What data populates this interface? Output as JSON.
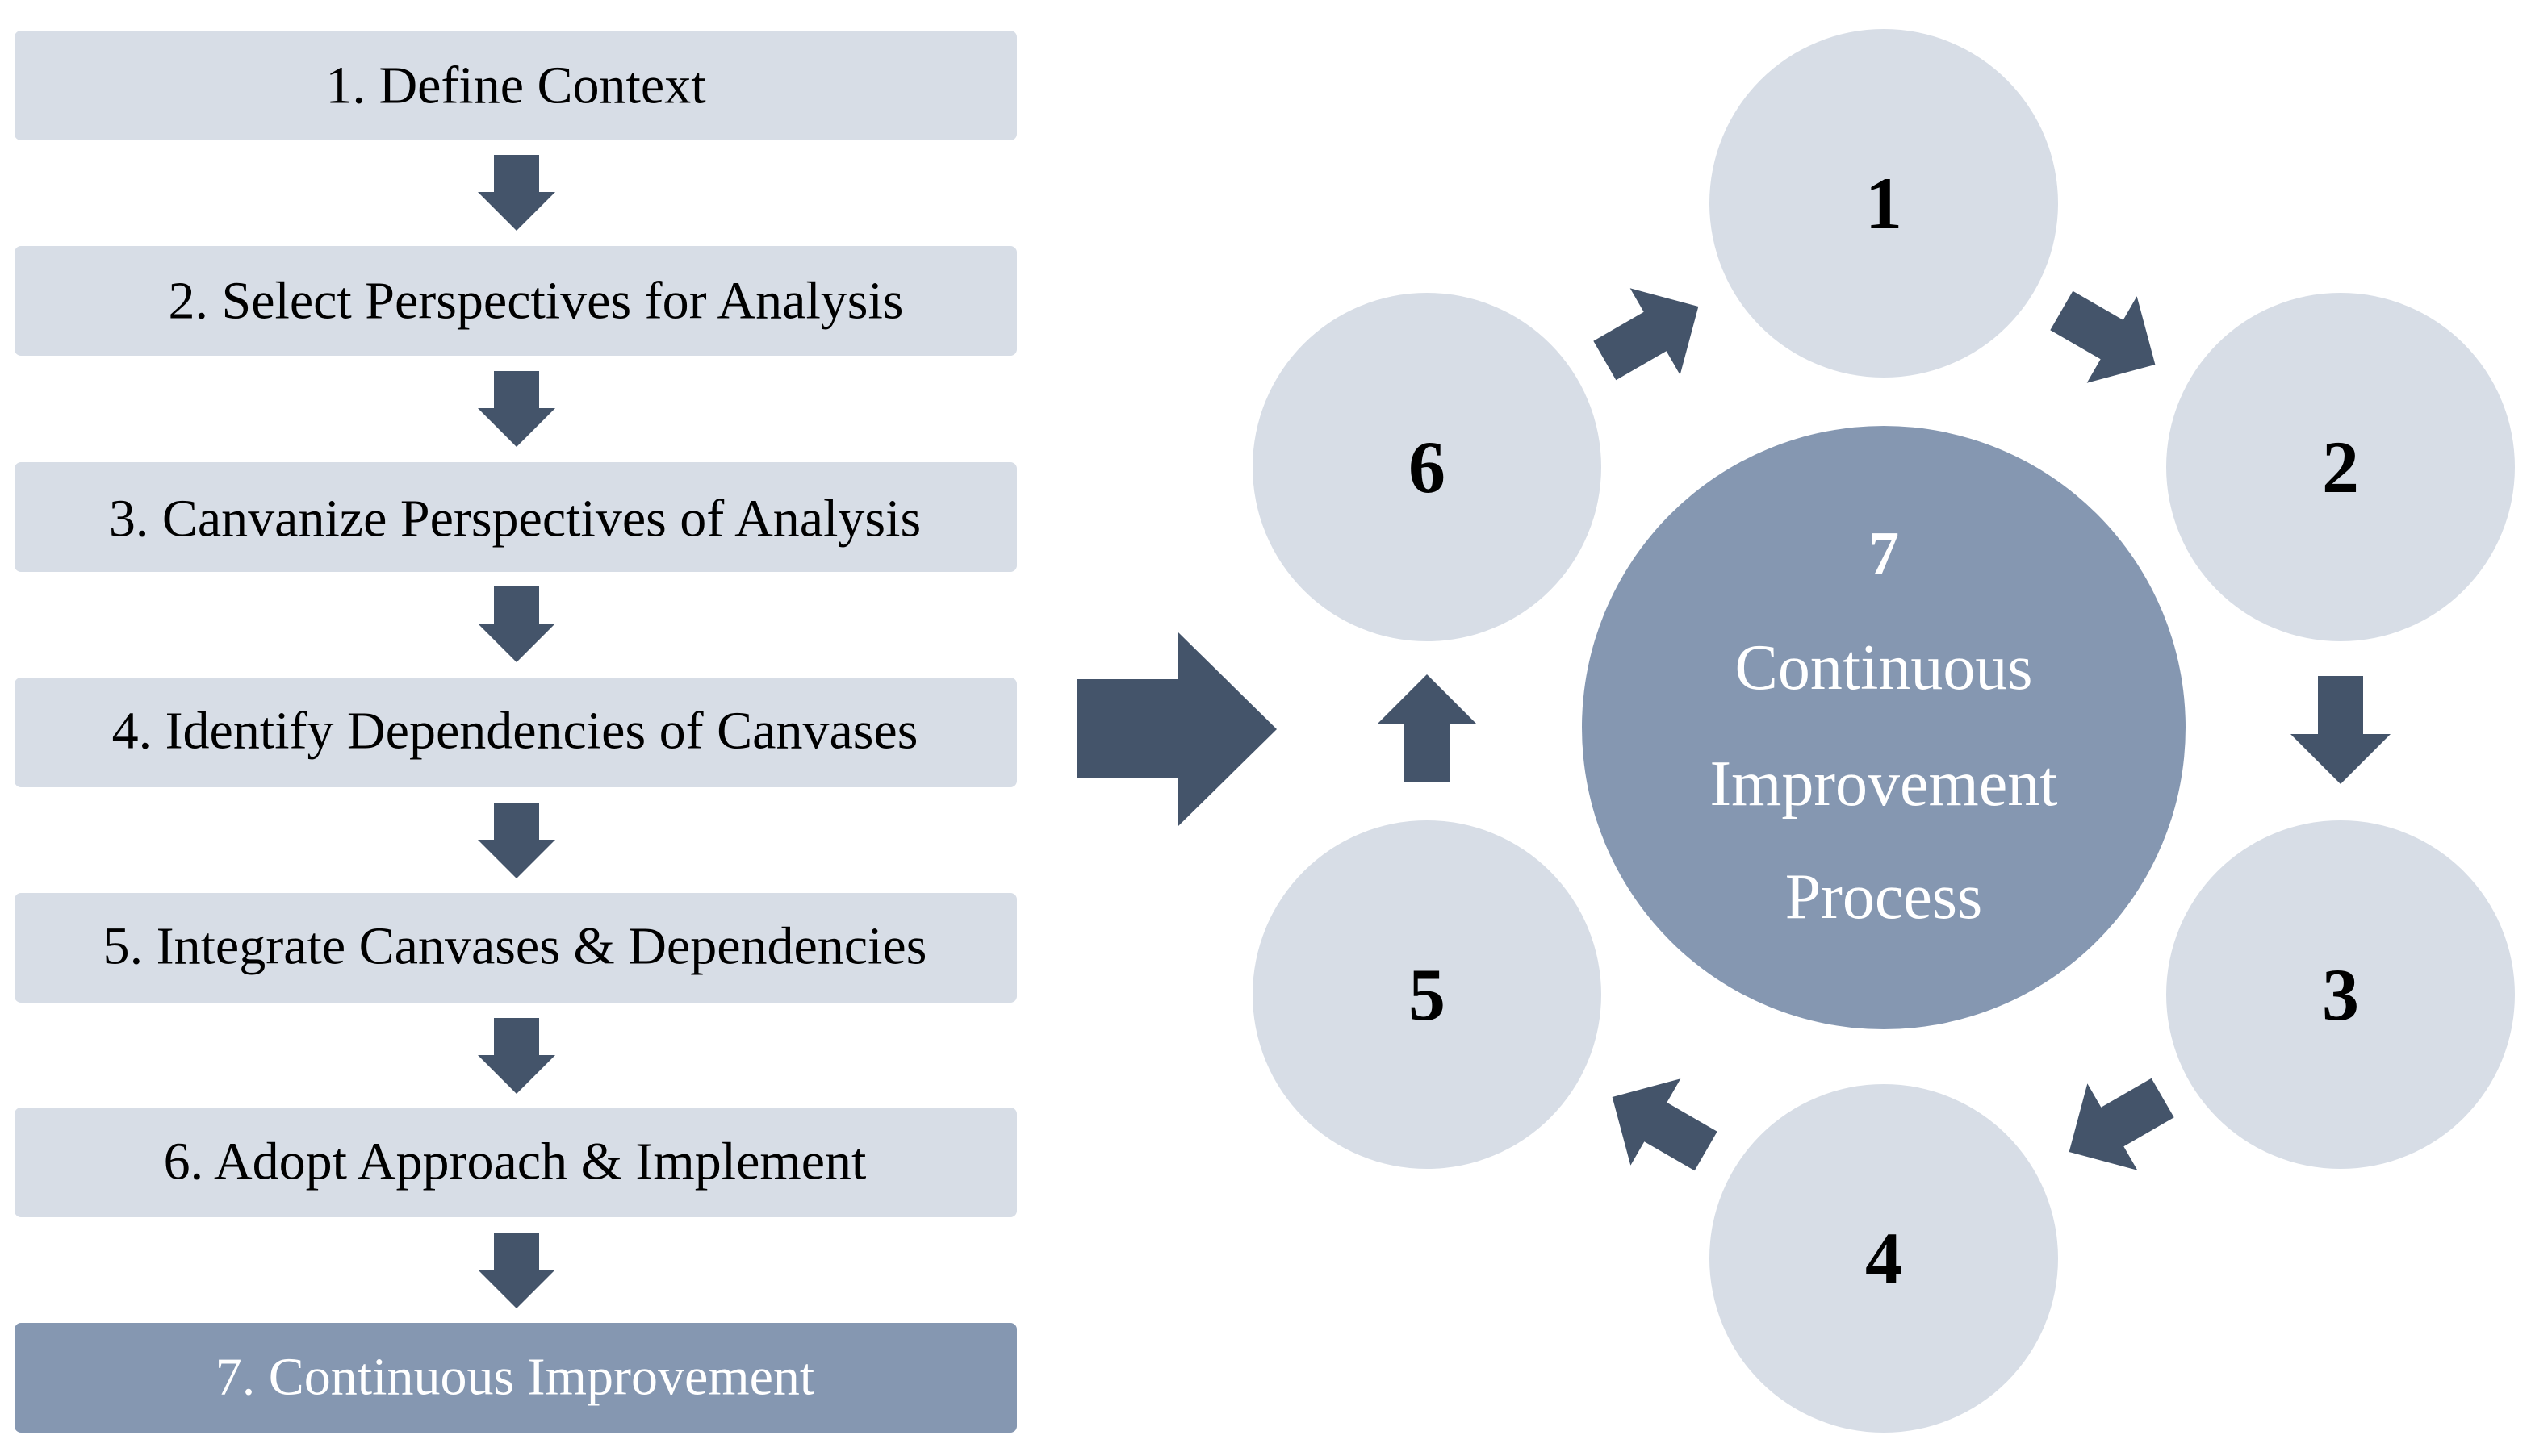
{
  "steps": [
    {
      "label": "1. Define Context"
    },
    {
      "label": "2. Select Perspectives for Analysis"
    },
    {
      "label": "3. Canvanize Perspectives of Analysis"
    },
    {
      "label": "4. Identify Dependencies of Canvases"
    },
    {
      "label": "5. Integrate Canvases & Dependencies"
    },
    {
      "label": "6. Adopt Approach & Implement"
    },
    {
      "label": "7. Continuous Improvement"
    }
  ],
  "cycle": {
    "nodes": [
      "1",
      "2",
      "3",
      "4",
      "5",
      "6"
    ],
    "center": {
      "number": "7",
      "lines": [
        "Continuous",
        "Improvement",
        "Process"
      ]
    }
  },
  "colors": {
    "box_fill": "#d7dde6",
    "box_fill_highlight": "#8597b1",
    "arrow": "#44546a",
    "circle_fill": "#d7dde6",
    "center_fill": "#8597b1"
  }
}
